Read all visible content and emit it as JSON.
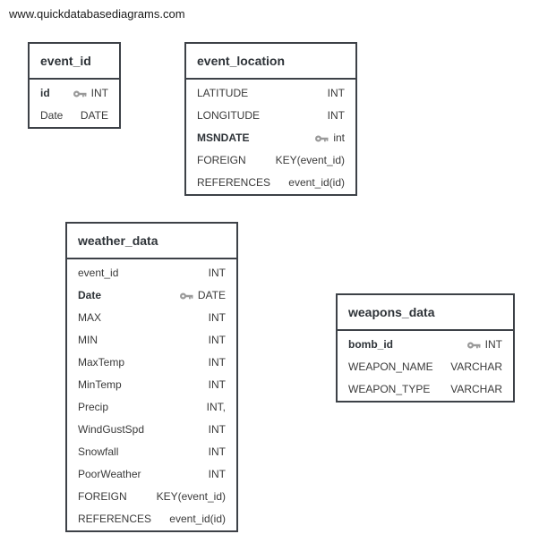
{
  "watermark": "www.quickdatabasediagrams.com",
  "tables": {
    "event_id": {
      "title": "event_id",
      "rows": [
        {
          "name": "id",
          "type": "INT",
          "pk": true
        },
        {
          "name": "Date",
          "type": "DATE",
          "pk": false
        }
      ]
    },
    "event_location": {
      "title": "event_location",
      "rows": [
        {
          "name": "LATITUDE",
          "type": "INT",
          "pk": false
        },
        {
          "name": "LONGITUDE",
          "type": "INT",
          "pk": false
        },
        {
          "name": "MSNDATE",
          "type": "int",
          "pk": true
        },
        {
          "name": "FOREIGN",
          "type": "KEY(event_id)",
          "pk": false
        },
        {
          "name": "REFERENCES",
          "type": "event_id(id)",
          "pk": false
        }
      ]
    },
    "weather_data": {
      "title": "weather_data",
      "rows": [
        {
          "name": "event_id",
          "type": "INT",
          "pk": false
        },
        {
          "name": "Date",
          "type": "DATE",
          "pk": true
        },
        {
          "name": "MAX",
          "type": "INT",
          "pk": false
        },
        {
          "name": "MIN",
          "type": "INT",
          "pk": false
        },
        {
          "name": "MaxTemp",
          "type": "INT",
          "pk": false
        },
        {
          "name": "MinTemp",
          "type": "INT",
          "pk": false
        },
        {
          "name": "Precip",
          "type": "INT,",
          "pk": false
        },
        {
          "name": "WindGustSpd",
          "type": "INT",
          "pk": false
        },
        {
          "name": "Snowfall",
          "type": "INT",
          "pk": false
        },
        {
          "name": "PoorWeather",
          "type": "INT",
          "pk": false
        },
        {
          "name": "FOREIGN",
          "type": "KEY(event_id)",
          "pk": false
        },
        {
          "name": "REFERENCES",
          "type": "event_id(id)",
          "pk": false
        }
      ]
    },
    "weapons_data": {
      "title": "weapons_data",
      "rows": [
        {
          "name": "bomb_id",
          "type": "INT",
          "pk": true
        },
        {
          "name": "WEAPON_NAME",
          "type": "VARCHAR",
          "pk": false
        },
        {
          "name": "WEAPON_TYPE",
          "type": "VARCHAR",
          "pk": false
        }
      ]
    }
  },
  "colors": {
    "border": "#3d4147",
    "key_icon": "#9a9a9a"
  },
  "icons": {
    "primary_key": "key-icon"
  }
}
